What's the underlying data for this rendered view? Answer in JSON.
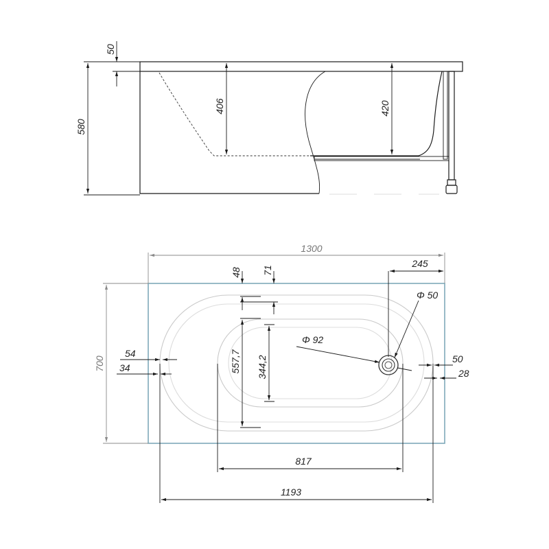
{
  "side_view": {
    "dims": {
      "rim_thickness": "50",
      "total_height": "580",
      "depth_left": "406",
      "depth_right": "420"
    }
  },
  "top_view": {
    "dims": {
      "length": "1300",
      "width": "700",
      "drain_offset": "245",
      "overflow_diameter": "Φ 50",
      "drain_diameter": "Φ 92",
      "top_offset_a": "48",
      "top_offset_b": "71",
      "inner_width_outer": "557,7",
      "inner_width_inner": "344,2",
      "left_offset_a": "54",
      "left_offset_b": "34",
      "right_offset_a": "50",
      "right_offset_b": "28",
      "inner_length": "817",
      "bowl_length": "1193"
    }
  },
  "colors": {
    "outline": "#1a1a1a",
    "frame_blue": "#7fa9b9",
    "dim_gray": "#8a8a8a"
  }
}
